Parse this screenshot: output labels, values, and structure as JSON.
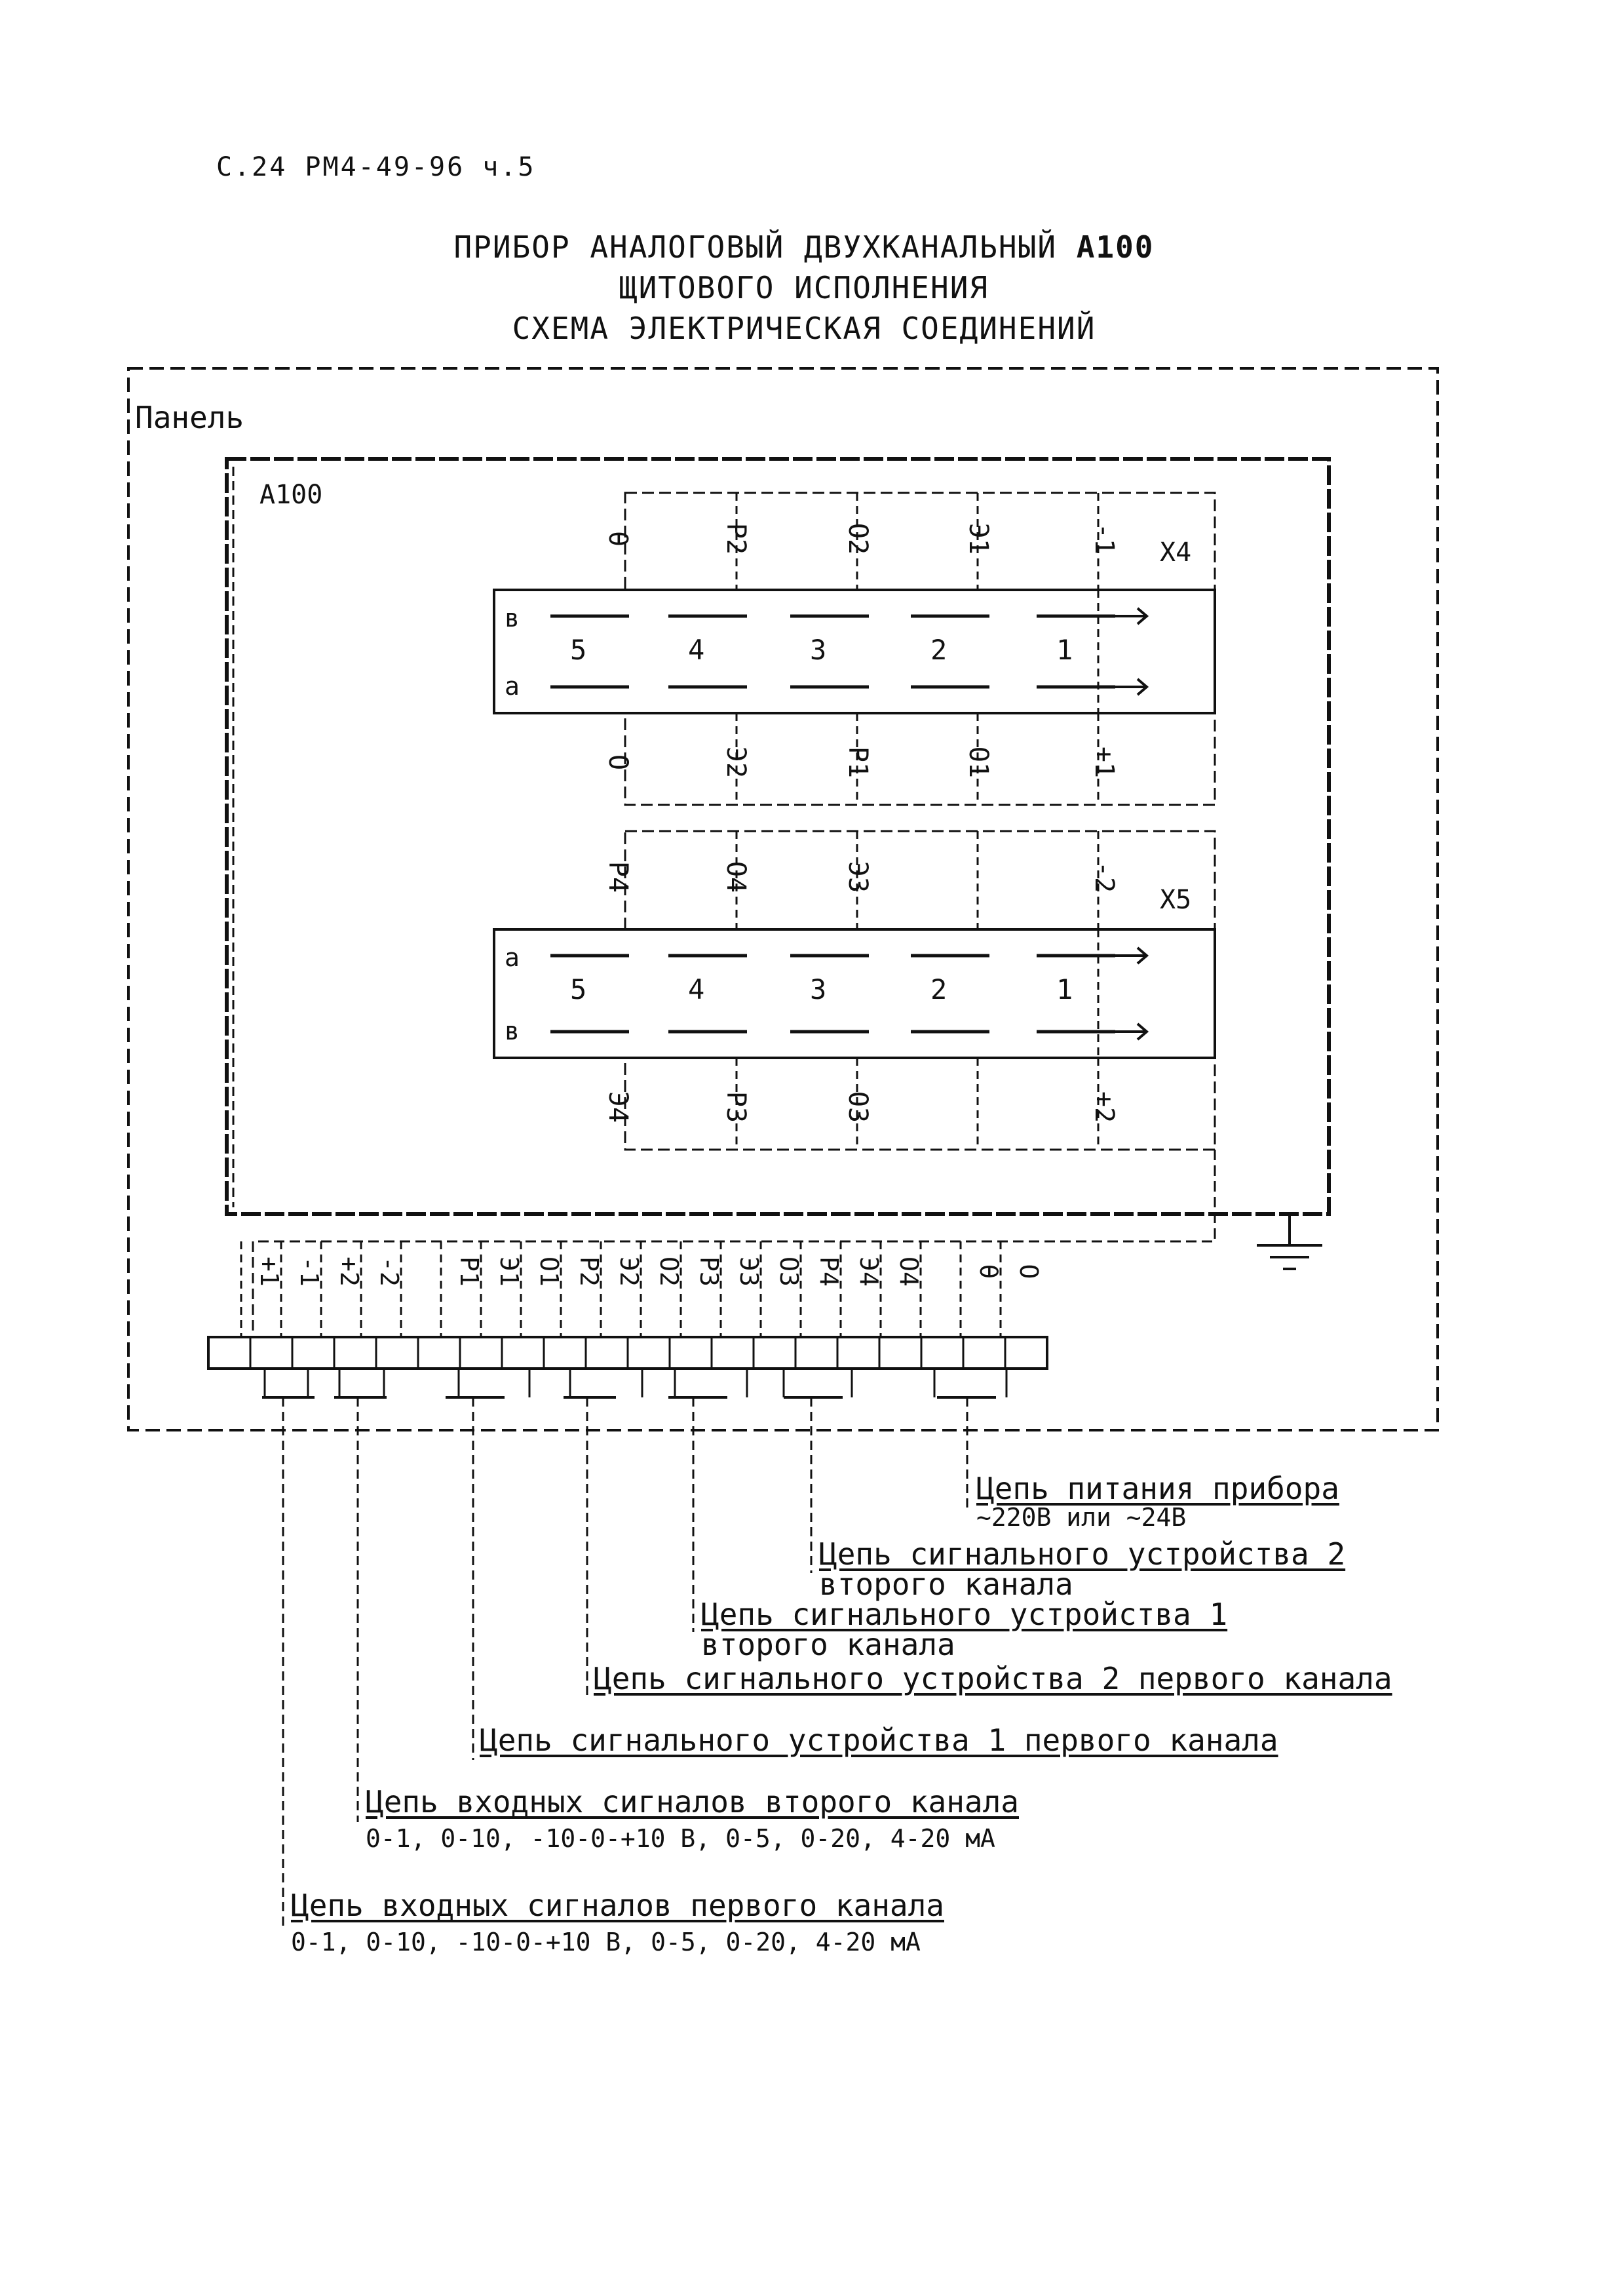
{
  "header": {
    "page_ref": "С.24 РМ4-49-96 ч.5"
  },
  "title": {
    "line1_prefix": "ПРИБОР АНАЛОГОВЫЙ ДВУХКАНАЛЬНЫЙ",
    "line1_model": "А100",
    "line2": "ЩИТОВОГО ИСПОЛНЕНИЯ",
    "line3": "СХЕМА ЭЛЕКТРИЧЕСКАЯ СОЕДИНЕНИЙ"
  },
  "panel_label": "Панель",
  "device_label": "А100",
  "x4": {
    "name": "Х4",
    "top_labels": [
      "θ",
      "Р2",
      "О2",
      "Э1",
      "-1"
    ],
    "bottom_labels": [
      "О",
      "Э2",
      "Р1",
      "О1",
      "+1"
    ],
    "numbers": [
      "5",
      "4",
      "3",
      "2",
      "1"
    ],
    "row_top": "в",
    "row_bottom": "а"
  },
  "x5": {
    "name": "Х5",
    "top_labels": [
      "Р4",
      "О4",
      "Э3",
      "",
      "-2"
    ],
    "bottom_labels": [
      "Э4",
      "Р3",
      "О3",
      "",
      "+2"
    ],
    "numbers": [
      "5",
      "4",
      "3",
      "2",
      "1"
    ],
    "row_top": "а",
    "row_bottom": "в"
  },
  "terminal_labels": [
    "+1",
    "-1",
    "+2",
    "-2",
    "",
    "Р1",
    "Э1",
    "О1",
    "Р2",
    "Э2",
    "О2",
    "Р3",
    "Э3",
    "О3",
    "Р4",
    "Э4",
    "О4",
    "",
    "θ",
    "О"
  ],
  "circuits": [
    {
      "line1": "Цепь питания прибора",
      "line2": "~220В или ~24В"
    },
    {
      "line1": "Цепь сигнального устройства 2",
      "line2": "второго канала"
    },
    {
      "line1": "Цепь сигнального устройства 1",
      "line2": "второго канала"
    },
    {
      "line1": "Цепь сигнального устройства 2 первого канала",
      "line2": ""
    },
    {
      "line1": "Цепь сигнального устройства 1 первого канала",
      "line2": ""
    },
    {
      "line1": "Цепь входных сигналов второго канала",
      "line2": "0-1, 0-10, -10-0-+10 В, 0-5, 0-20, 4-20 мА"
    },
    {
      "line1": "Цепь входных сигналов первого канала",
      "line2": "0-1, 0-10, -10-0-+10 В, 0-5, 0-20, 4-20 мА"
    }
  ]
}
